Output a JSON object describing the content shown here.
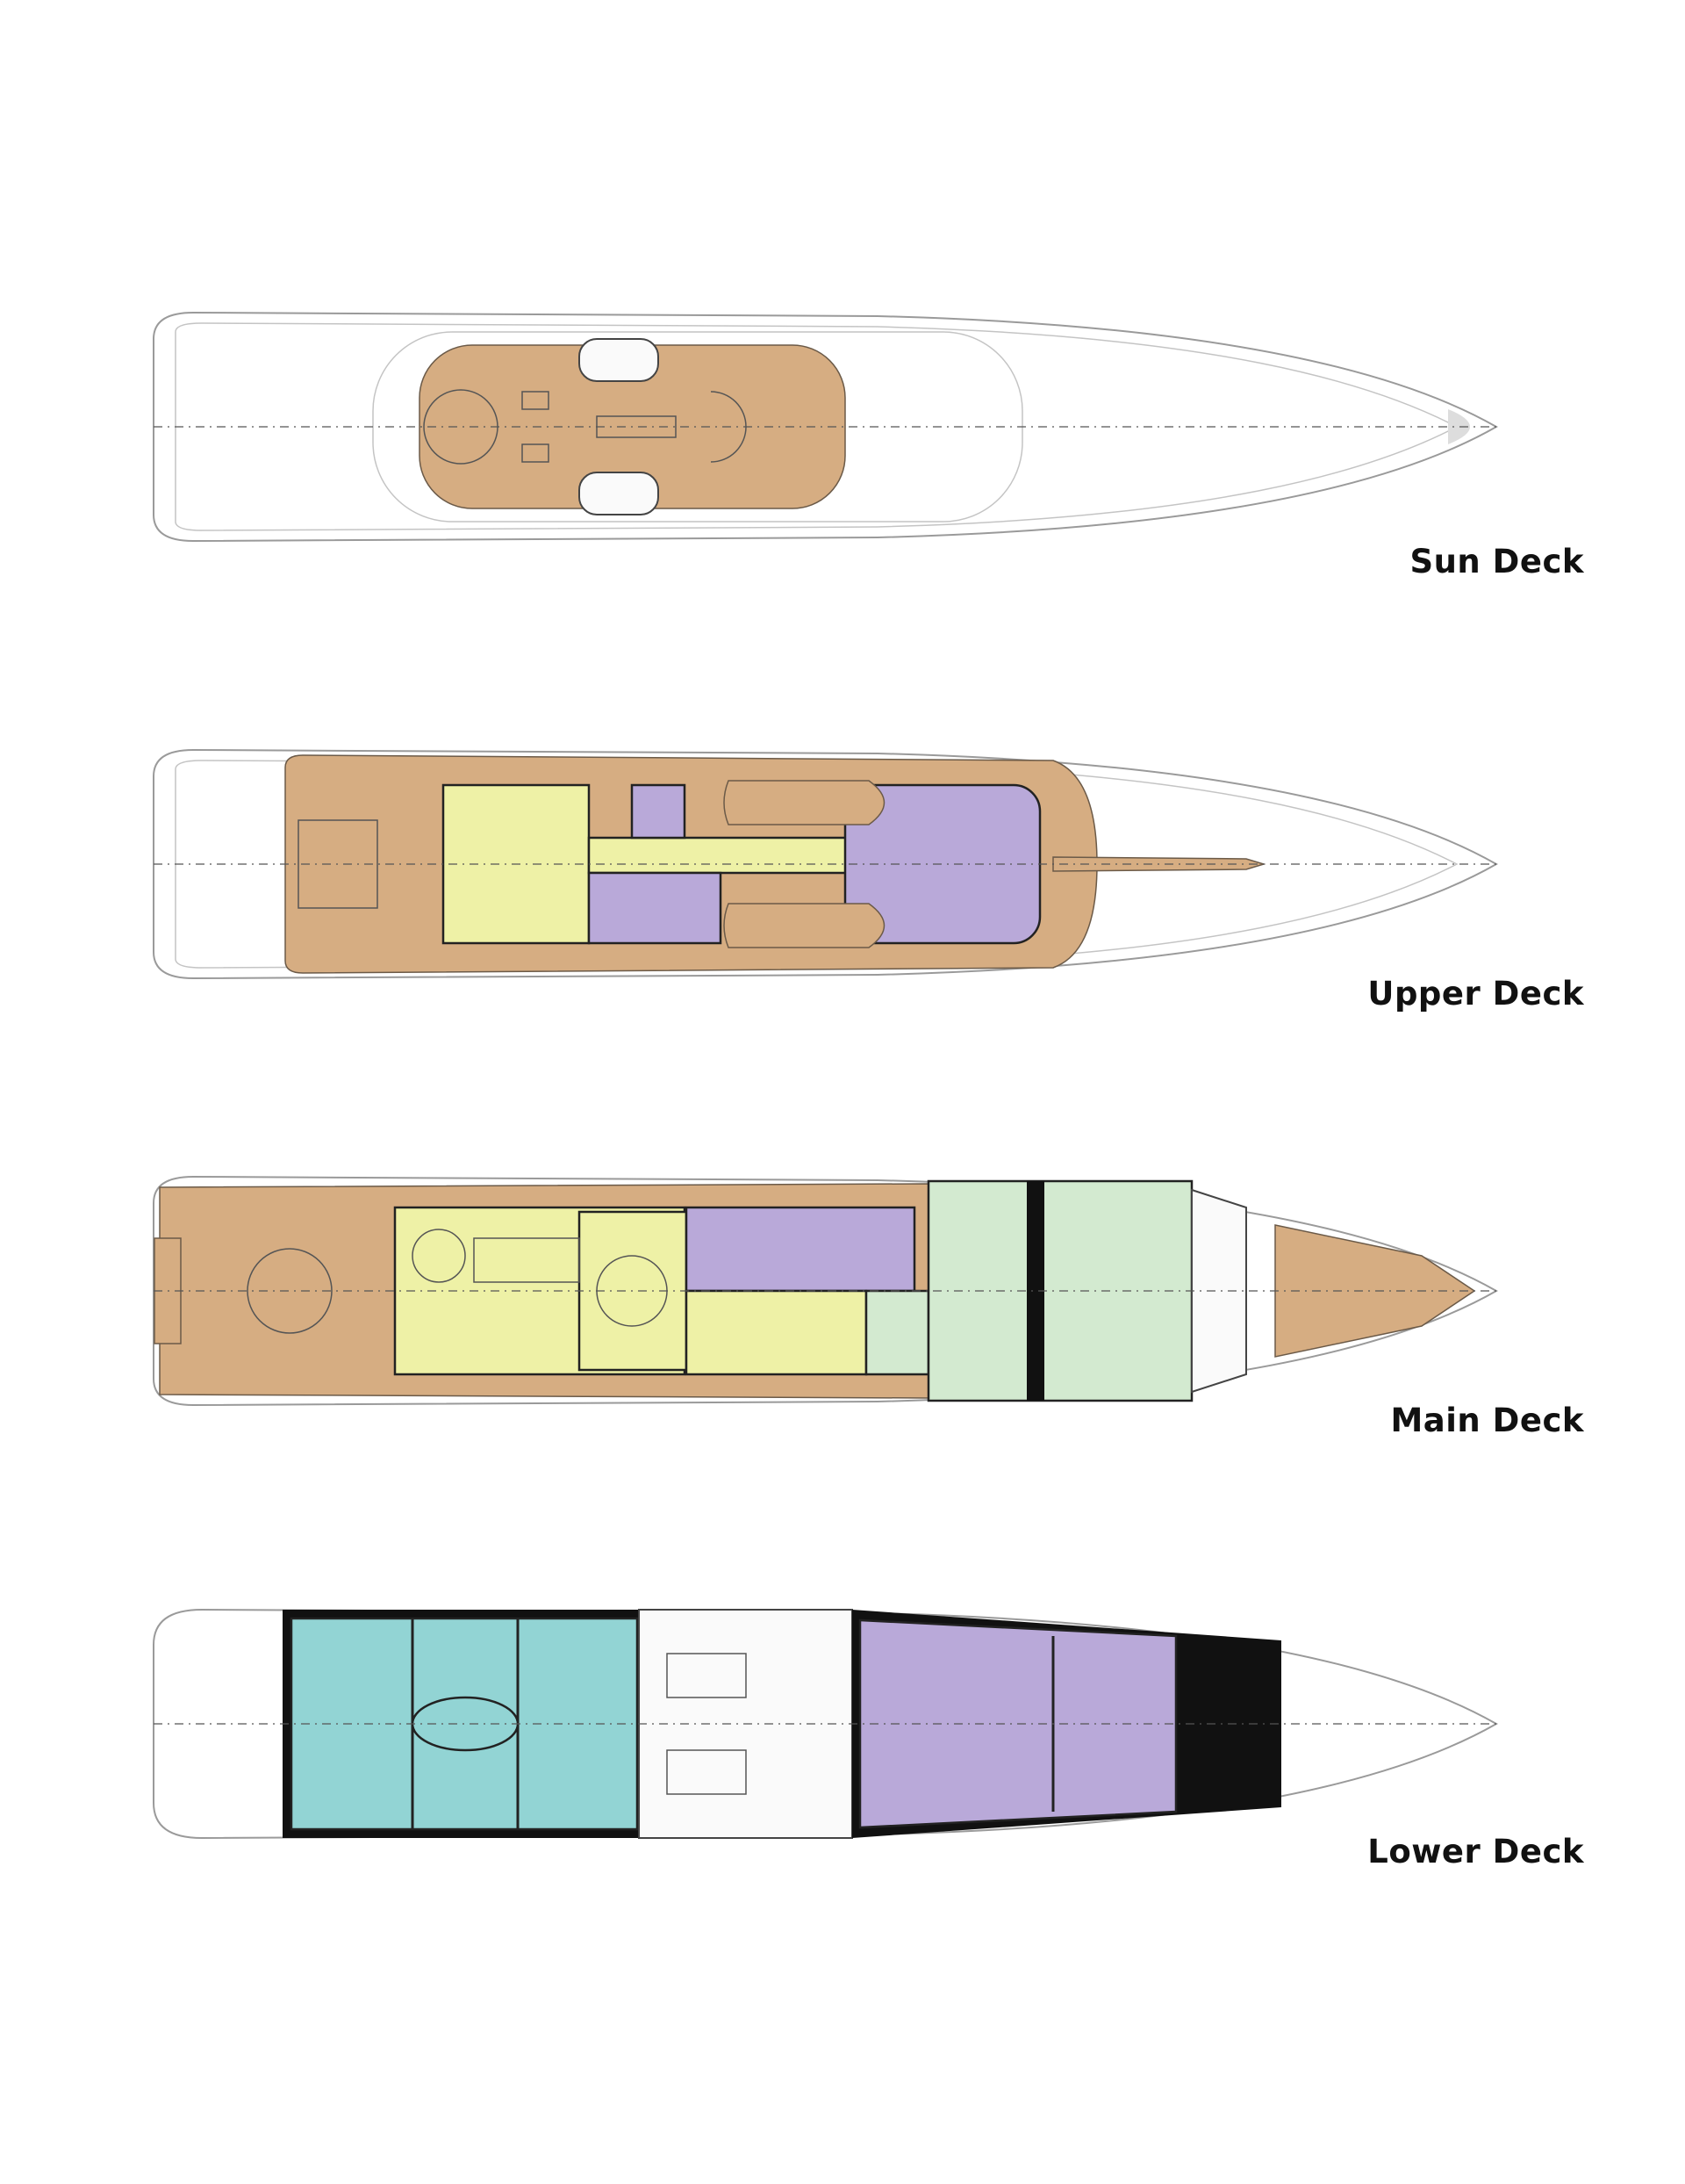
{
  "decks": [
    {
      "name": "Sun Deck"
    },
    {
      "name": "Upper Deck"
    },
    {
      "name": "Main Deck"
    },
    {
      "name": "Lower Deck"
    }
  ],
  "colors": {
    "teak": "#d6ad82",
    "guest_lounge": "#eef1a6",
    "crew_service": "#b9a9d9",
    "owner_suite": "#d3ead0",
    "guest_cabins": "#92d4d4"
  }
}
